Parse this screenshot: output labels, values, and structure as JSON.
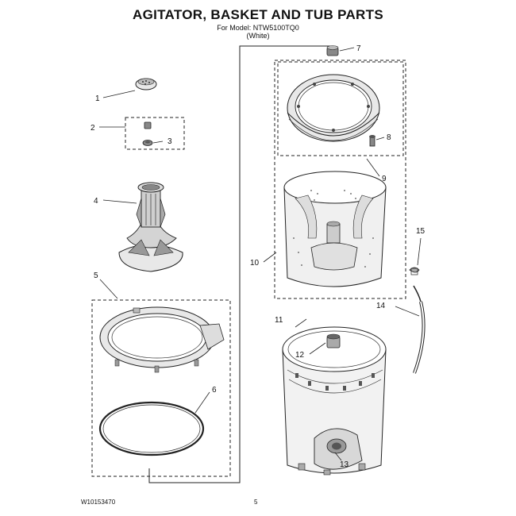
{
  "header": {
    "title": "AGITATOR, BASKET AND TUB PARTS",
    "model_line": "For Model: NTW5100TQ0",
    "color_line": "(White)"
  },
  "footer": {
    "doc_number": "W10153470",
    "page_number": "5"
  },
  "callouts": {
    "c1": "1",
    "c2": "2",
    "c3": "3",
    "c4": "4",
    "c5": "5",
    "c6": "6",
    "c7": "7",
    "c8": "8",
    "c9": "9",
    "c10": "10",
    "c11": "11",
    "c12": "12",
    "c13": "13",
    "c14": "14",
    "c15": "15"
  }
}
